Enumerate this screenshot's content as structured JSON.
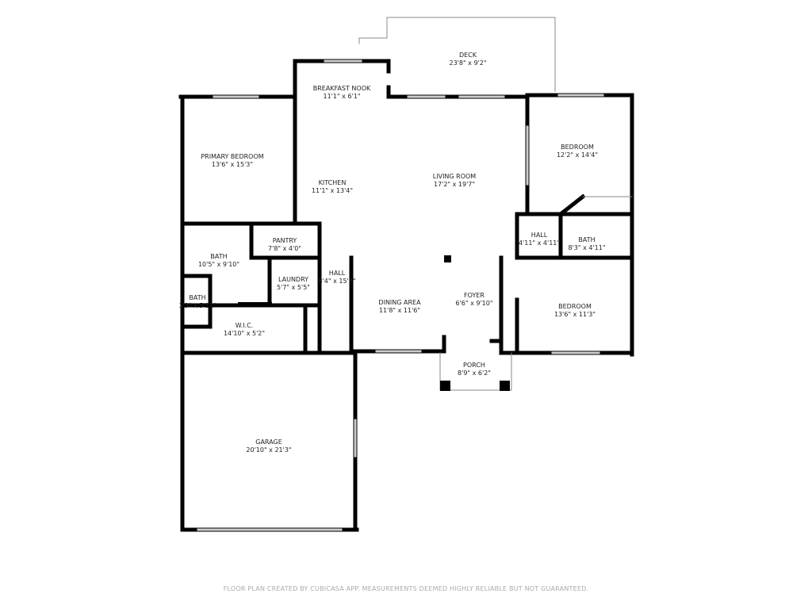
{
  "rooms": [
    {
      "name": "DECK",
      "size": "23'8\" x 9'2\""
    },
    {
      "name": "BREAKFAST NOOK",
      "size": "11'1\" x 6'1\""
    },
    {
      "name": "PRIMARY BEDROOM",
      "size": "13'6\" x 15'3\""
    },
    {
      "name": "KITCHEN",
      "size": "11'1\" x 13'4\""
    },
    {
      "name": "LIVING ROOM",
      "size": "17'2\" x 19'7\""
    },
    {
      "name": "BEDROOM",
      "size": "12'2\" x 14'4\""
    },
    {
      "name": "PANTRY",
      "size": "7'8\" x 4'0\""
    },
    {
      "name": "BATH",
      "size": "10'5\" x 9'10\""
    },
    {
      "name": "HALL",
      "size": "4'11\" x 4'11\""
    },
    {
      "name": "BATH",
      "size": "8'3\" x 4'11\""
    },
    {
      "name": "LAUNDRY",
      "size": "5'7\" x 5'5\""
    },
    {
      "name": "HALL",
      "size": "8'4\" x 15'8\""
    },
    {
      "name": "BATH",
      "size": "3'3\" x 5'11\""
    },
    {
      "name": "DINING AREA",
      "size": "11'8\" x 11'6\""
    },
    {
      "name": "FOYER",
      "size": "6'6\" x 9'10\""
    },
    {
      "name": "BEDROOM",
      "size": "13'6\" x 11'3\""
    },
    {
      "name": "W.I.C.",
      "size": "14'10\" x 5'2\""
    },
    {
      "name": "PORCH",
      "size": "8'9\" x 6'2\""
    },
    {
      "name": "GARAGE",
      "size": "20'10\" x 21'3\""
    }
  ],
  "footer": "FLOOR PLAN CREATED BY CUBICASA APP. MEASUREMENTS DEEMED HIGHLY RELIABLE BUT NOT GUARANTEED.",
  "colors": {
    "wall": "#000000",
    "window": "#cccccc",
    "label": "#222222",
    "footer": "#aaaaaa"
  }
}
